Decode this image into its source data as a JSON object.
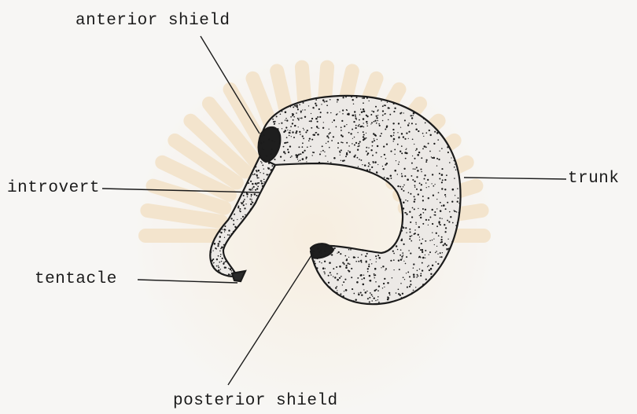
{
  "labels": {
    "anterior_shield": "anterior shield",
    "introvert": "introvert",
    "tentacle": "tentacle",
    "trunk": "trunk",
    "posterior_shield": "posterior shield"
  },
  "colors": {
    "ink": "#1b1b1b",
    "paper": "#f7f6f4",
    "watermark": "#f3d9b0"
  }
}
